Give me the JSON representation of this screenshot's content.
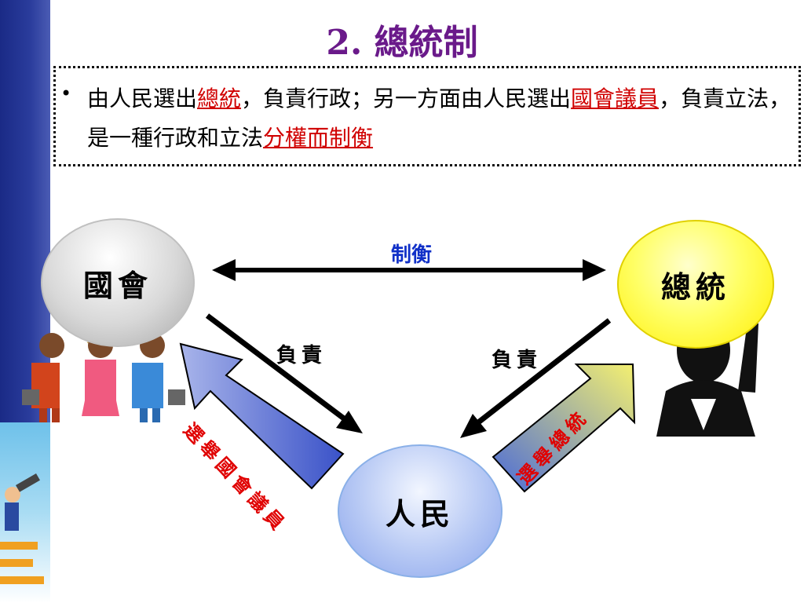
{
  "title": "2. 總統制",
  "bullet": {
    "p1": "由人民選出",
    "h1": "總統",
    "p2": "，負責行政；另一方面由人民選出",
    "h2": "國會議員",
    "p3": "，負責立法，是一種行政和立法",
    "h3": "分權而制衡"
  },
  "nodes": {
    "congress": "國會",
    "president": "總統",
    "people": "人民"
  },
  "edges": {
    "balance": "制衡",
    "responsible_left": "負責",
    "responsible_right": "負責",
    "elect_congress": "選舉國會議員",
    "elect_president": "選舉總統"
  },
  "colors": {
    "title": "#6a1a8a",
    "highlight": "#d00000",
    "balance_label": "#1030c8",
    "band_text": "#e00000"
  }
}
